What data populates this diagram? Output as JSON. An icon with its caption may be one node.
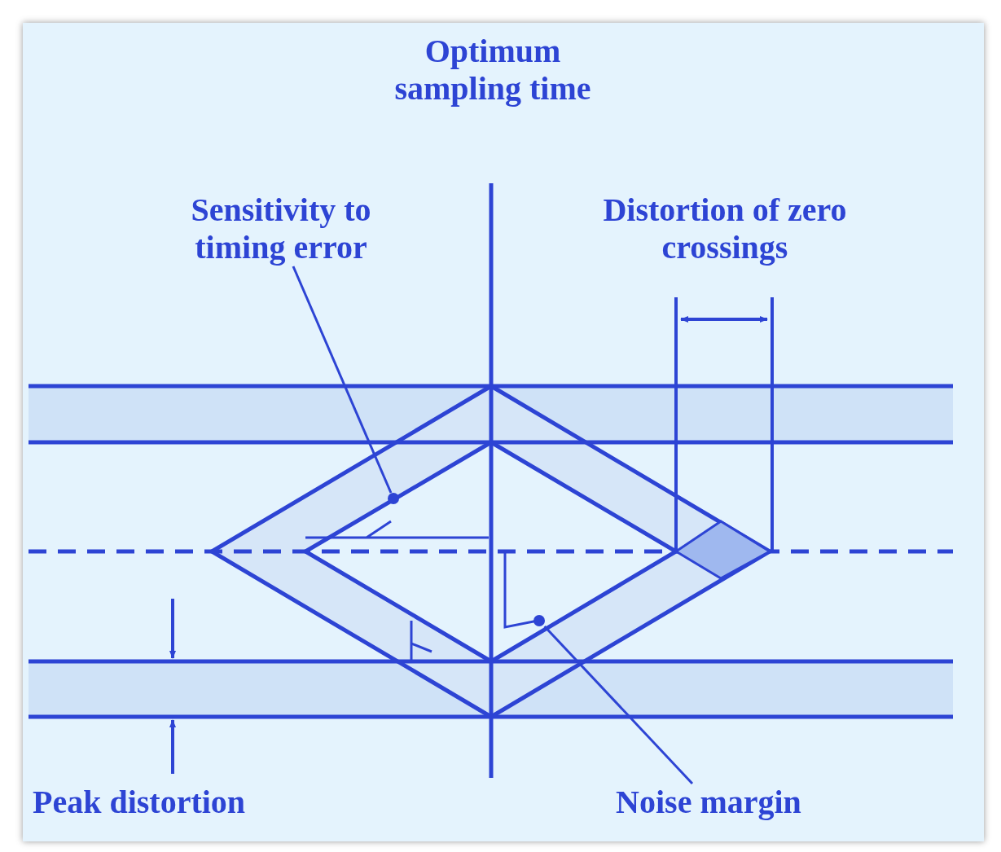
{
  "diagram": {
    "nodes": [
      {
        "text": [
          "Sensitivity to timing error"
        ]
      },
      {
        "text": [],
        "shape": "dot"
      },
      {
        "text": [
          "Noise margin"
        ]
      },
      {
        "text": [],
        "shape": "dot"
      }
    ],
    "edges": [
      {
        "from": 0,
        "to": 1,
        "arrow": "none"
      },
      {
        "from": 2,
        "to": 3,
        "arrow": "none"
      }
    ],
    "labels": [
      "Optimum sampling time",
      "Distortion of zero crossings",
      "Peak distortion"
    ]
  }
}
